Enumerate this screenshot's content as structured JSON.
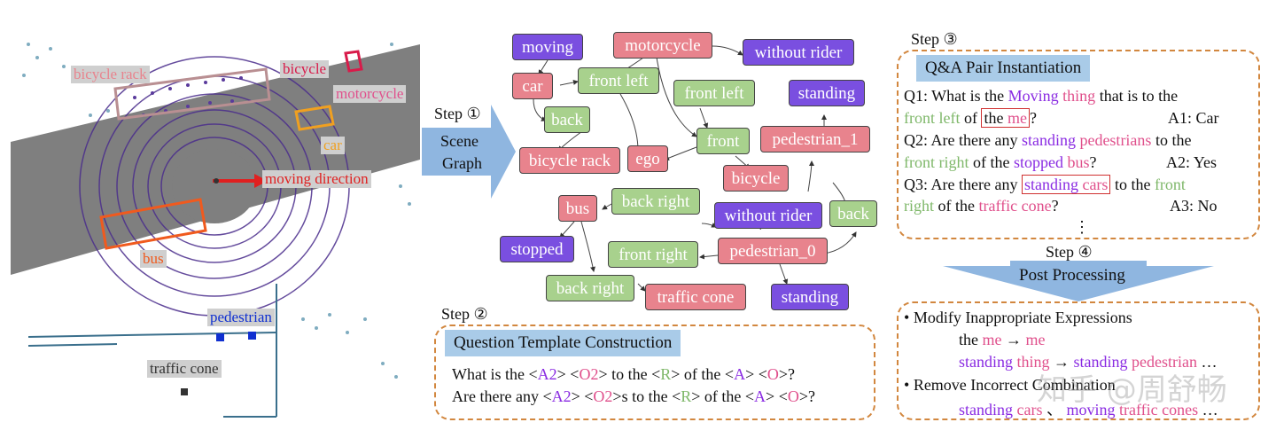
{
  "lidar": {
    "labels": {
      "bicycle_rack": "bicycle rack",
      "bicycle": "bicycle",
      "motorcycle": "motorcycle",
      "car": "car",
      "moving_direction": "moving direction",
      "bus": "bus",
      "pedestrian": "pedestrian",
      "traffic_cone": "traffic cone"
    }
  },
  "arrow1": {
    "step": "Step ①",
    "line1": "Scene",
    "line2": "Graph"
  },
  "graph": {
    "nodes": {
      "moving": "moving",
      "motorcycle": "motorcycle",
      "without_rider_top": "without rider",
      "car": "car",
      "front_left_1": "front left",
      "front_left_2": "front left",
      "standing_top": "standing",
      "back_1": "back",
      "front": "front",
      "pedestrian_1": "pedestrian_1",
      "bicycle_rack": "bicycle rack",
      "ego": "ego",
      "bicycle": "bicycle",
      "bus": "bus",
      "back_right_1": "back right",
      "without_rider_bottom": "without rider",
      "back_2": "back",
      "stopped": "stopped",
      "front_right": "front right",
      "pedestrian_0": "pedestrian_0",
      "back_right_2": "back right",
      "traffic_cone": "traffic cone",
      "standing_bottom": "standing"
    }
  },
  "step2": {
    "label": "Step ②",
    "title": "Question Template Construction",
    "t1": {
      "a": "What is the <",
      "b": "A2",
      "c": "> <",
      "d": "O2",
      "e": "> to the <",
      "f": "R",
      "g": "> of the <",
      "h": "A",
      "i": "> <",
      "j": "O",
      "k": ">?"
    },
    "t2": {
      "a": "Are there any <",
      "b": "A2",
      "c": "> <",
      "d": "O2",
      "e": ">s to the <",
      "f": "R",
      "g": "> of the <",
      "h": "A",
      "i": "> <",
      "j": "O",
      "k": ">?"
    }
  },
  "step3": {
    "label": "Step ③",
    "title": "Q&A Pair Instantiation",
    "q1": {
      "a": "Q1: What is the ",
      "b": "Moving",
      "c": " ",
      "d": "thing",
      "e": " that is to the",
      "f": "front left",
      "g": " of ",
      "h": "the ",
      "i": "me",
      "j": "?",
      "ans": "A1: Car"
    },
    "q2": {
      "a": "Q2: Are there any ",
      "b": "standing",
      "c": " ",
      "d": "pedestrians",
      "e": " to the",
      "f": "front right",
      "g": " of the ",
      "h": "stopped",
      "i": " ",
      "j": "bus",
      "k": "?",
      "ans": "A2: Yes"
    },
    "q3": {
      "a": "Q3: Are there any ",
      "b": "standing",
      "c": " ",
      "d": "cars",
      "e": " to the ",
      "f": "front",
      "g": "right",
      "h": " of the ",
      "i": "traffic cone",
      "j": "?",
      "ans": "A3: No"
    },
    "ellipsis": "⋮"
  },
  "step4": {
    "label": "Step ④",
    "title": "Post Processing",
    "b1": "Modify Inappropriate Expressions",
    "b1l1": {
      "a": "the ",
      "b": "me",
      "c": " → ",
      "d": "me"
    },
    "b1l2": {
      "a": "standing",
      "b": " thing",
      "c": " → ",
      "d": "standing",
      "e": " pedestrian",
      "f": " …"
    },
    "b2": "Remove Incorrect Combination",
    "b2l1": {
      "a": "standing",
      "b": " cars",
      "c": " 、 ",
      "d": "moving",
      "e": " traffic cones",
      "f": " …"
    }
  },
  "watermark": "知乎 @周舒畅",
  "colors": {
    "relation": "#a8d18d",
    "object": "#e8838d",
    "attribute": "#7a4fe0",
    "dashed_border": "#d2873f",
    "title_chip": "#a9cbe8",
    "arrow": "#8fb6e0"
  }
}
